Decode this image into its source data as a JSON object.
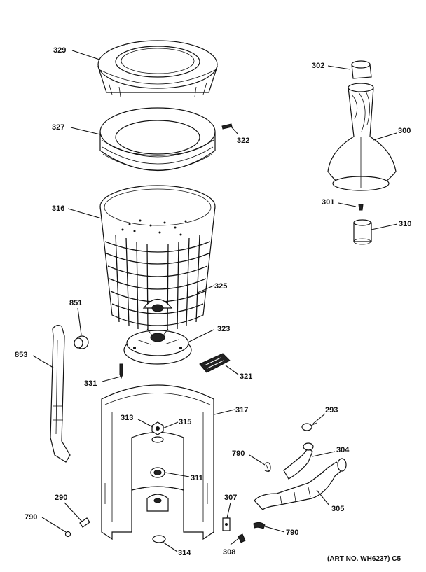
{
  "callouts": {
    "c329": "329",
    "c327": "327",
    "c322": "322",
    "c316": "316",
    "c325": "325",
    "c851": "851",
    "c853": "853",
    "c323": "323",
    "c321": "321",
    "c331": "331",
    "c317": "317",
    "c313": "313",
    "c315": "315",
    "c311": "311",
    "c290": "290",
    "c790a": "790",
    "c314": "314",
    "c307": "307",
    "c308": "308",
    "c790b": "790",
    "c790c": "790",
    "c293": "293",
    "c304": "304",
    "c305": "305",
    "c302": "302",
    "c300": "300",
    "c301": "301",
    "c310": "310"
  },
  "art_number": "(ART NO. WH6237) C5"
}
